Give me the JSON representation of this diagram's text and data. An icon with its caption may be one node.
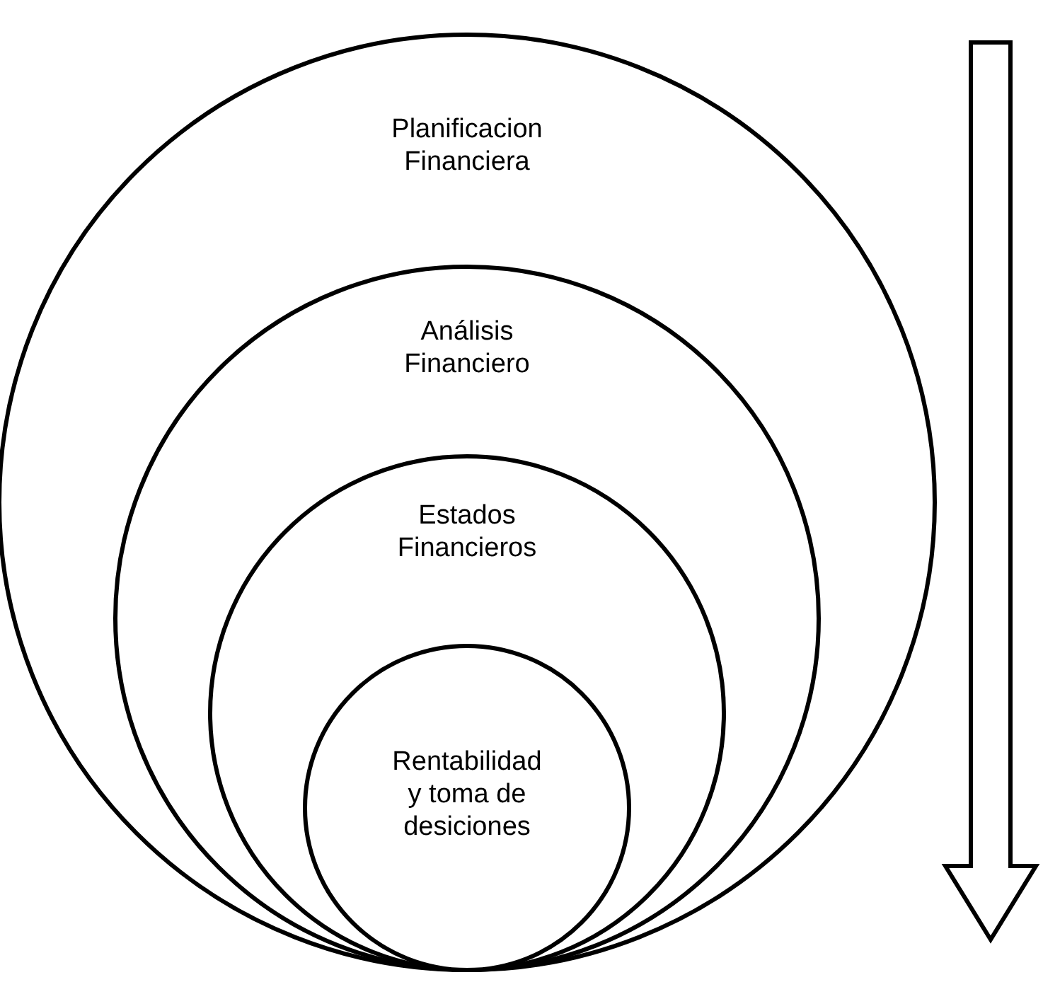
{
  "diagram": {
    "nodes": [
      {
        "text": [
          "Planificacion Financiera"
        ]
      },
      {
        "text": [
          "Análisis Financiero"
        ],
        "in": 0
      },
      {
        "text": [
          "Estados Financieros"
        ],
        "in": 1
      },
      {
        "text": [
          "Rentabilidad y toma de desiciones"
        ],
        "in": 2
      }
    ]
  }
}
